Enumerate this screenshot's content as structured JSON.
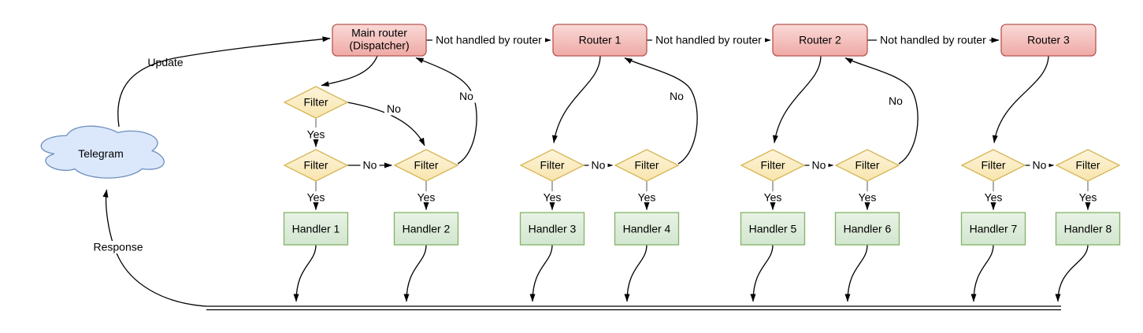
{
  "colors": {
    "edge": "#000000",
    "stub": "#808080",
    "label_bg": "#ffffff",
    "cloud_fill": "#dbe8fb",
    "cloud_stroke": "#6c8ebf",
    "router_fill_top": "#f9dad7",
    "router_fill_bottom": "#efa9a5",
    "router_stroke": "#b85450",
    "filter_fill_top": "#fdf4da",
    "filter_fill_bottom": "#f8e5ad",
    "filter_stroke": "#d6b656",
    "handler_fill_top": "#e8f2e5",
    "handler_fill_bottom": "#d2e6cf",
    "handler_stroke": "#82b366"
  },
  "cloud": {
    "label": "Telegram"
  },
  "edge_labels": {
    "update": "Update",
    "response": "Response",
    "not_handled": "Not handled by router",
    "yes": "Yes",
    "no": "No"
  },
  "routers": {
    "main_line1": "Main router",
    "main_line2": "(Dispatcher)",
    "router1": "Router 1",
    "router2": "Router 2",
    "router3": "Router 3"
  },
  "filter_label": "Filter",
  "handlers": [
    "Handler 1",
    "Handler 2",
    "Handler 3",
    "Handler 4",
    "Handler 5",
    "Handler 6",
    "Handler 7",
    "Handler 8"
  ]
}
